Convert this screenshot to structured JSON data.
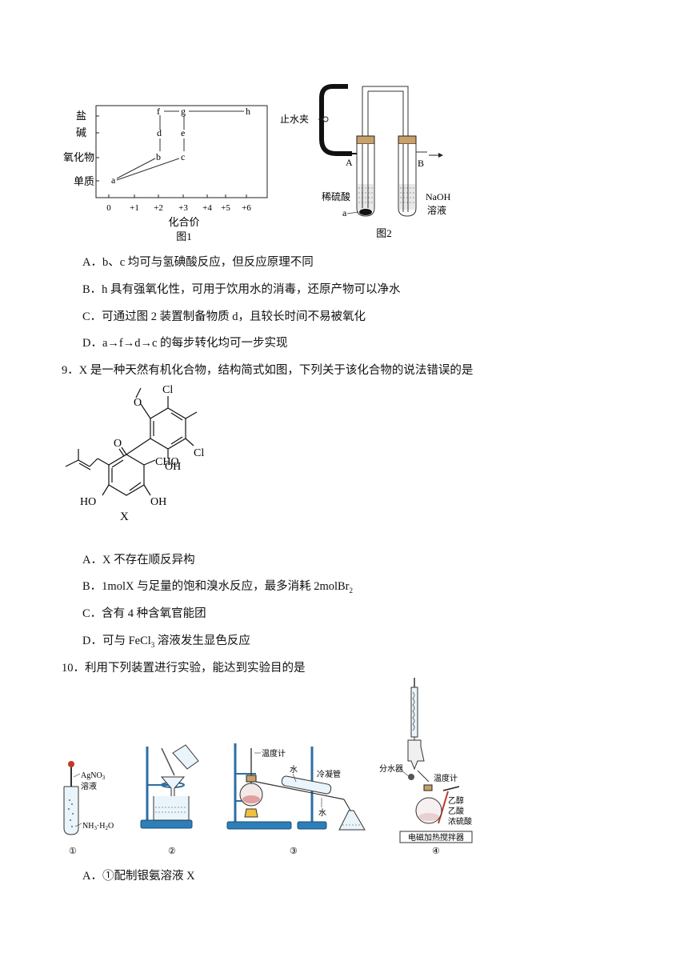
{
  "fig1": {
    "y_labels": [
      "盐",
      "碱",
      "氧化物",
      "单质"
    ],
    "x_ticks": [
      "0",
      "+1",
      "+2",
      "+3",
      "+4",
      "+5",
      "+6"
    ],
    "xlabel": "化合价",
    "caption": "图1",
    "points": [
      "a",
      "b",
      "c",
      "d",
      "e",
      "f",
      "g",
      "h"
    ]
  },
  "fig2": {
    "clamp_label": "止水夹",
    "label_A": "A",
    "label_B": "B",
    "acid_label": "稀硫酸",
    "a_label": "a",
    "naoh_label": "NaOH",
    "solution_label": "溶液",
    "caption": "图2"
  },
  "q8_options": [
    "A．b、c 均可与氢碘酸反应，但反应原理不同",
    "B．h 具有强氧化性，可用于饮用水的消毒，还原产物可以净水",
    "C．可通过图 2 装置制备物质 d，且较长时间不易被氧化",
    "D．a→f→d→c 的每步转化均可一步实现"
  ],
  "q9": {
    "stem": "9．X 是一种天然有机化合物，结构简式如图，下列关于该化合物的说法错误的是",
    "struct": {
      "cl1": "Cl",
      "cl2": "Cl",
      "cho": "CHO",
      "oh1": "OH",
      "oh2": "OH",
      "ho": "HO",
      "x": "X"
    },
    "options": {
      "a": "A．X 不存在顺反异构",
      "b": "B．1molX 与足量的饱和溴水反应，最多消耗 2molBr",
      "b_sub": "2",
      "c": "C．含有 4 种含氧官能团",
      "d_pre": "D．可与 FeCl",
      "d_sub": "3",
      "d_post": " 溶液发生显色反应"
    }
  },
  "q10": {
    "stem": "10．利用下列装置进行实验，能达到实验目的是",
    "app1": {
      "agno3": "AgNO",
      "agno3_sub": "3",
      "sol": "溶液",
      "nh3": "NH",
      "nh3_sub": "3",
      "nh3_post": "·H",
      "h2o_sub": "2",
      "o": "O",
      "num": "①"
    },
    "app2": {
      "num": "②"
    },
    "app3": {
      "thermo": "温度计",
      "water_in": "水",
      "condenser": "冷凝管",
      "water_out": "水",
      "num": "③"
    },
    "app4": {
      "separator": "分水器",
      "thermo": "温度计",
      "ethanol": "乙醇",
      "acetic": "乙酸",
      "sulfuric": "浓硫酸",
      "stirrer": "电磁加热搅拌器",
      "num": "④"
    },
    "option_a": "A．①配制银氨溶液 X"
  }
}
